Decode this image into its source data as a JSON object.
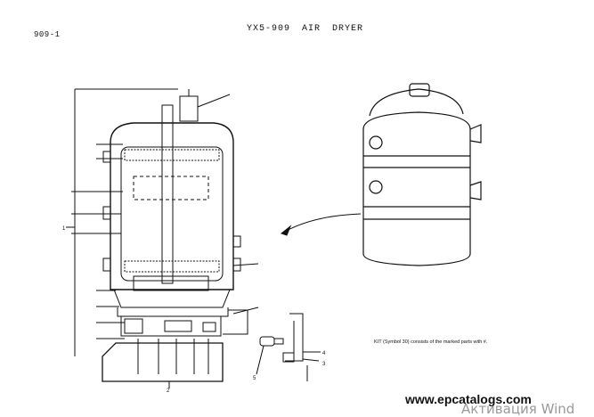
{
  "header": {
    "page_id": "909-1",
    "title": "YX5-909   AIR DRYER"
  },
  "callouts": {
    "n1": "1",
    "n2": "2",
    "n3": "3",
    "n4": "4",
    "n5": "5"
  },
  "kit_note": "KIT (Symbol 30) consists of the marked parts with #.",
  "watermark": {
    "url": "www.epcatalogs.com",
    "activation": "Активация Wind"
  },
  "colors": {
    "ink": "#111111",
    "watermark_gray": "#9a9a9a"
  }
}
